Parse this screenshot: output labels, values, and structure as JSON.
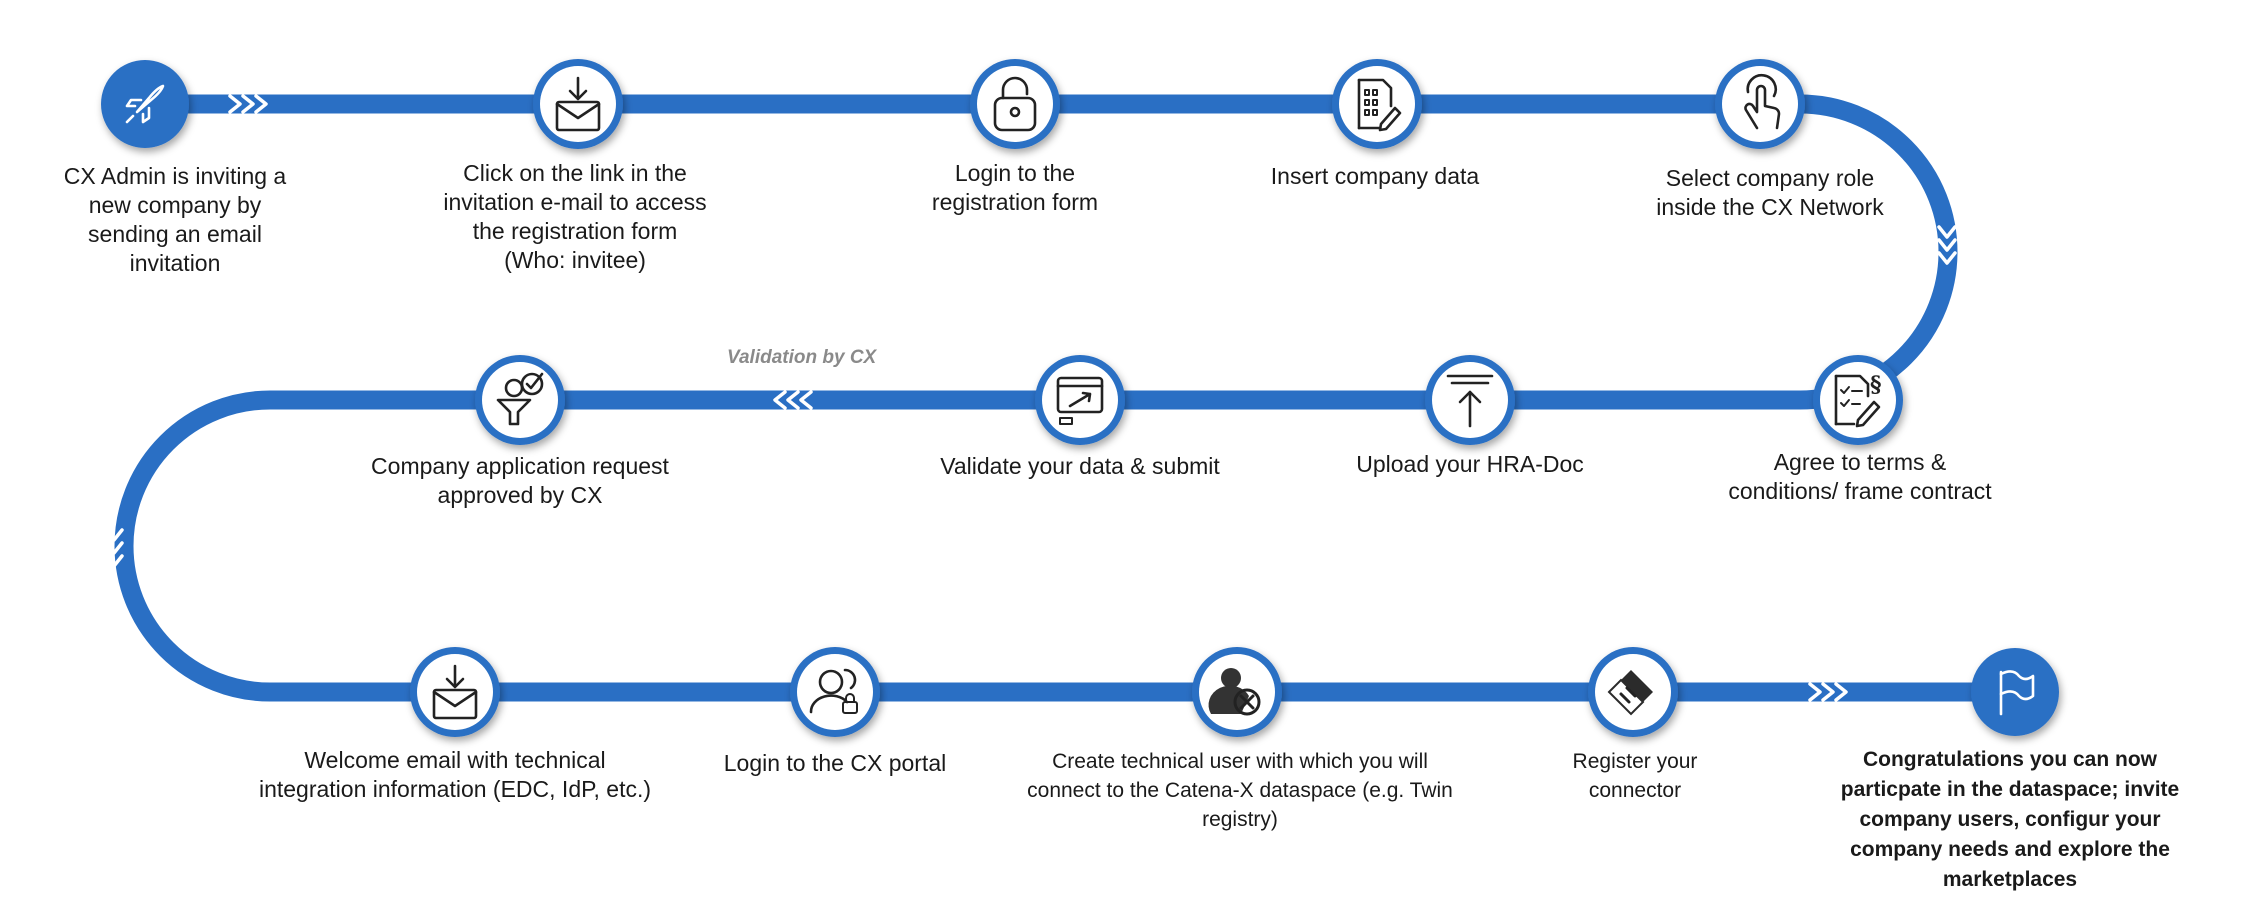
{
  "colors": {
    "path": "#2a6fc4",
    "ring": "#2a6fc4",
    "node_fill": "#ffffff",
    "icon": "#222222",
    "start_end_fill": "#2a6fc4"
  },
  "steps": [
    {
      "id": "invite",
      "icon": "rocket-icon",
      "lines": [
        "CX Admin is inviting a",
        "new company by",
        "sending an email",
        "invitation"
      ]
    },
    {
      "id": "click-link",
      "icon": "email-download-icon",
      "lines": [
        "Click on the link in the",
        "invitation e-mail to access",
        "the registration form",
        "(Who: invitee)"
      ]
    },
    {
      "id": "login-form",
      "icon": "padlock-icon",
      "lines": [
        "Login to the",
        "registration form"
      ]
    },
    {
      "id": "company-data",
      "icon": "document-edit-icon",
      "lines": [
        "Insert company data"
      ]
    },
    {
      "id": "company-role",
      "icon": "touch-hand-icon",
      "lines": [
        "Select company role",
        "inside the CX Network"
      ]
    },
    {
      "id": "terms",
      "icon": "contract-sign-icon",
      "lines": [
        "Agree to terms &",
        "conditions/ frame contract"
      ]
    },
    {
      "id": "hra-doc",
      "icon": "upload-icon",
      "lines": [
        "Upload your HRA-Doc"
      ]
    },
    {
      "id": "validate",
      "icon": "screen-submit-icon",
      "lines": [
        "Validate your data & submit"
      ]
    },
    {
      "id": "approved",
      "icon": "approval-person-icon",
      "lines": [
        "Company application request",
        "approved by CX"
      ]
    },
    {
      "id": "welcome-email",
      "icon": "email-download-icon",
      "lines": [
        "Welcome email with technical",
        "integration information (EDC, IdP, etc.)"
      ]
    },
    {
      "id": "login-portal",
      "icon": "user-login-icon",
      "lines": [
        "Login to the CX portal"
      ]
    },
    {
      "id": "technical-user",
      "icon": "technical-user-icon",
      "lines": [
        "Create technical user with which you will",
        "connect to the Catena-X dataspace (e.g. Twin",
        "registry)"
      ]
    },
    {
      "id": "connector",
      "icon": "connector-icon",
      "lines": [
        "Register your",
        "connector"
      ]
    },
    {
      "id": "congrats",
      "icon": "flag-icon",
      "lines": [
        "Congratulations you can now",
        "particpate in the dataspace; invite",
        "company users, configur your",
        "company needs and explore the",
        "marketplaces"
      ]
    }
  ],
  "validation_label": "Validation by CX"
}
